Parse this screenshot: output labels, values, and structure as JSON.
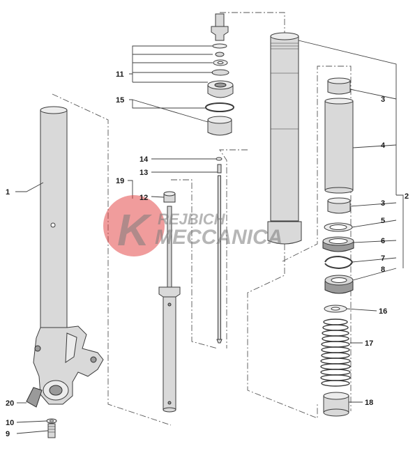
{
  "watermark": {
    "line1": "REJBICH",
    "line2": "MECCANICA",
    "letter": "K",
    "accent_color": "#e23a3a"
  },
  "callouts": [
    {
      "id": "1",
      "label": "1"
    },
    {
      "id": "2",
      "label": "2"
    },
    {
      "id": "3a",
      "label": "3"
    },
    {
      "id": "3b",
      "label": "3"
    },
    {
      "id": "4",
      "label": "4"
    },
    {
      "id": "5",
      "label": "5"
    },
    {
      "id": "6",
      "label": "6"
    },
    {
      "id": "7",
      "label": "7"
    },
    {
      "id": "8",
      "label": "8"
    },
    {
      "id": "9",
      "label": "9"
    },
    {
      "id": "10",
      "label": "10"
    },
    {
      "id": "11",
      "label": "11"
    },
    {
      "id": "12",
      "label": "12"
    },
    {
      "id": "13",
      "label": "13"
    },
    {
      "id": "14",
      "label": "14"
    },
    {
      "id": "15",
      "label": "15"
    },
    {
      "id": "16",
      "label": "16"
    },
    {
      "id": "17",
      "label": "17"
    },
    {
      "id": "18",
      "label": "18"
    },
    {
      "id": "19",
      "label": "19"
    },
    {
      "id": "20",
      "label": "20"
    }
  ]
}
